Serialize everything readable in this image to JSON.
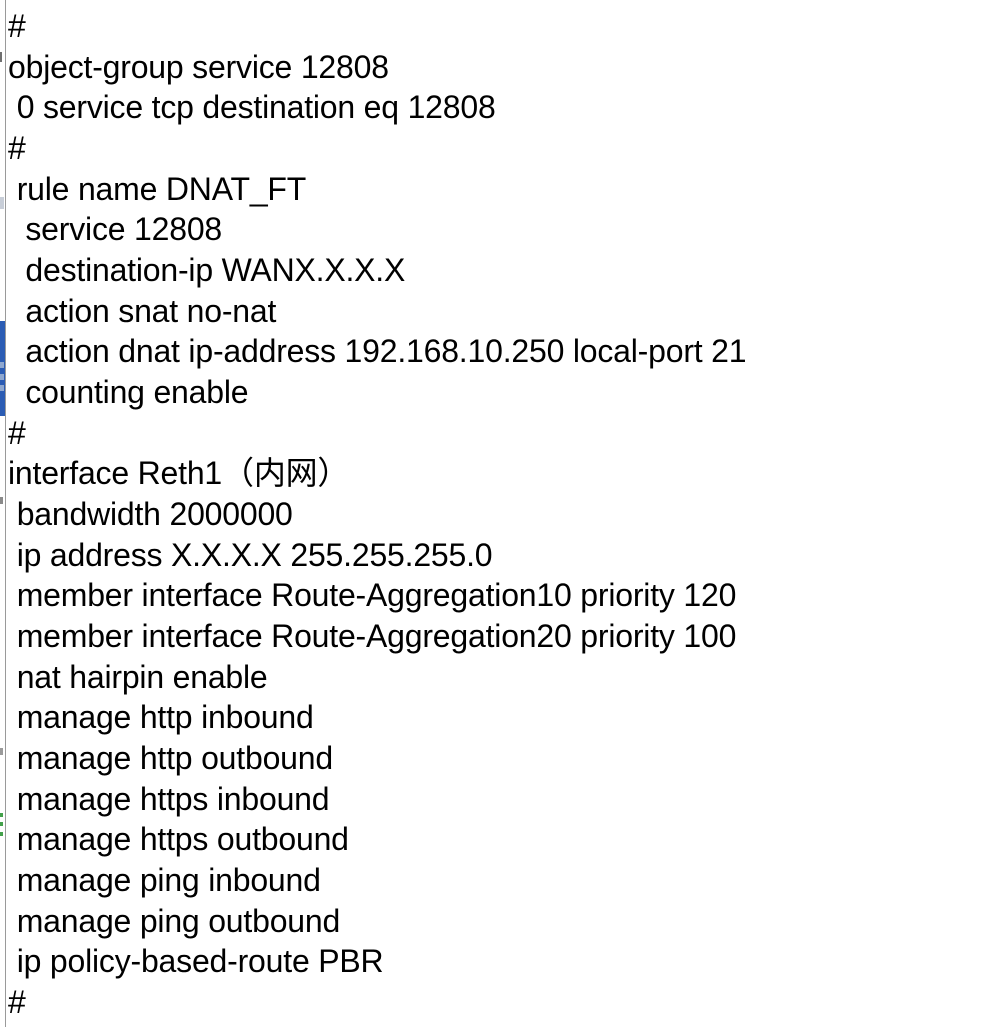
{
  "page": {
    "background_color": "#ffffff",
    "text_color": "#000000"
  },
  "decorations": {
    "left_border_color": "#9a9a9a",
    "blue_strip_color": "#2b5cb4",
    "blue_strip_dash_color": "#8fa8d0",
    "green_mark_color": "#43a14b"
  },
  "config": {
    "lines": [
      "#",
      "object-group service 12808",
      " 0 service tcp destination eq 12808",
      "#",
      " rule name DNAT_FT",
      "  service 12808",
      "  destination-ip WANX.X.X.X",
      "  action snat no-nat",
      "  action dnat ip-address 192.168.10.250 local-port 21",
      "  counting enable",
      "#",
      "interface Reth1（内网）",
      " bandwidth 2000000",
      " ip address X.X.X.X 255.255.255.0",
      " member interface Route-Aggregation10 priority 120",
      " member interface Route-Aggregation20 priority 100",
      " nat hairpin enable",
      " manage http inbound",
      " manage http outbound",
      " manage https inbound",
      " manage https outbound",
      " manage ping inbound",
      " manage ping outbound",
      " ip policy-based-route PBR",
      "#"
    ]
  }
}
